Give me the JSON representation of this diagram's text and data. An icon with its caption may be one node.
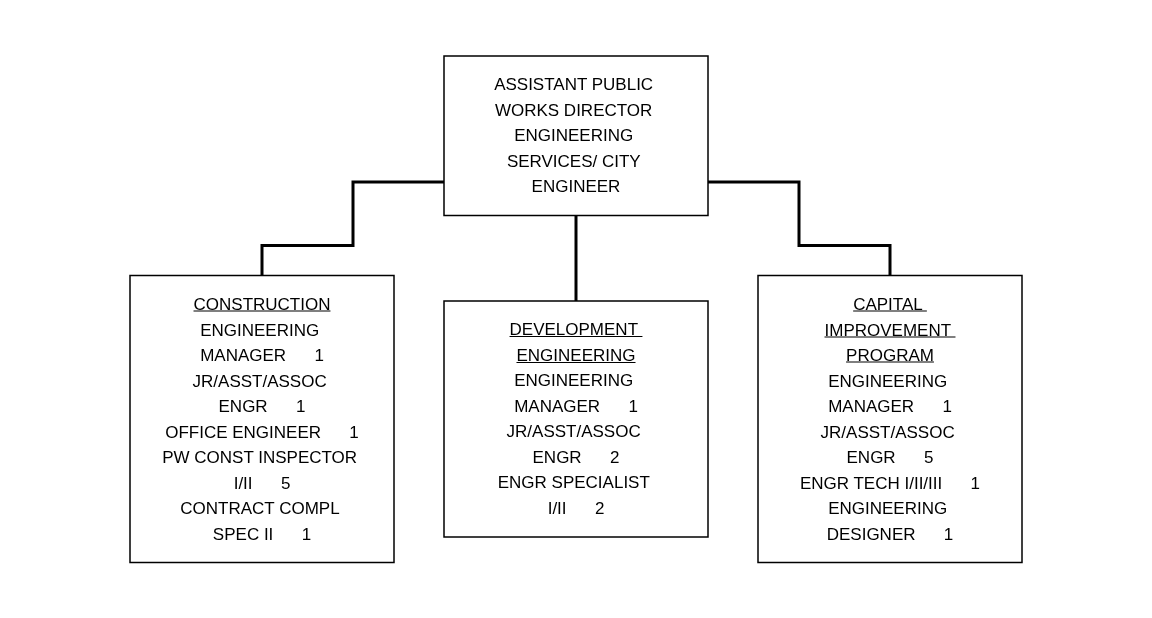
{
  "diagram": {
    "nodes": [
      {
        "text": [
          "ASSISTANT PUBLIC WORKS DIRECTOR ENGINEERING SERVICES/ CITY ENGINEER"
        ]
      },
      {
        "text": [
          "CONSTRUCTION",
          "ENGINEERING MANAGER",
          "1",
          "JR/ASST/ASSOC ENGR",
          "1",
          "OFFICE ENGINEER",
          "1",
          "PW CONST INSPECTOR I/II",
          "5",
          "CONTRACT COMPL SPEC II",
          "1"
        ]
      },
      {
        "text": [
          "DEVELOPMENT ENGINEERING",
          "ENGINEERING MANAGER",
          "1",
          "JR/ASST/ASSOC ENGR",
          "2",
          "ENGR SPECIALIST I/II",
          "2"
        ]
      },
      {
        "text": [
          "CAPITAL IMPROVEMENT PROGRAM",
          "ENGINEERING MANAGER",
          "1",
          "JR/ASST/ASSOC ENGR",
          "5",
          "ENGR TECH I/II/III",
          "1",
          "ENGINEERING DESIGNER",
          "1"
        ]
      }
    ],
    "edges": [
      {
        "from": 0,
        "to": 1,
        "arrow": "none"
      },
      {
        "from": 0,
        "to": 2,
        "arrow": "none"
      },
      {
        "from": 0,
        "to": 3,
        "arrow": "none"
      }
    ]
  }
}
